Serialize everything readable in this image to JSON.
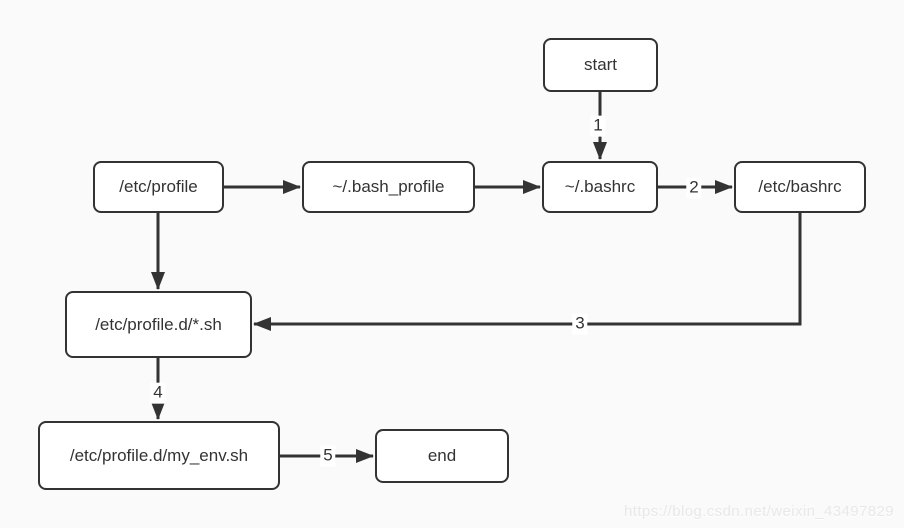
{
  "page": {
    "background": "#fafafa",
    "watermark": "https://blog.csdn.net/weixin_43497829"
  },
  "colors": {
    "line": "#333333",
    "node_border": "#333333",
    "node_fill": "#ffffff",
    "text": "#333333",
    "watermark": "#e8e8e8"
  },
  "diagram": {
    "type": "flowchart",
    "nodes": [
      {
        "id": "start",
        "label": "start"
      },
      {
        "id": "etc-profile",
        "label": "/etc/profile"
      },
      {
        "id": "bash-profile",
        "label": "~/.bash_profile"
      },
      {
        "id": "bashrc",
        "label": "~/.bashrc"
      },
      {
        "id": "etc-bashrc",
        "label": "/etc/bashrc"
      },
      {
        "id": "profile-d",
        "label": "/etc/profile.d/*.sh"
      },
      {
        "id": "my-env",
        "label": "/etc/profile.d/my_env.sh"
      },
      {
        "id": "end",
        "label": "end"
      }
    ],
    "edges": [
      {
        "from": "start",
        "to": "bashrc",
        "label": "1"
      },
      {
        "from": "etc-profile",
        "to": "bash-profile",
        "label": ""
      },
      {
        "from": "bash-profile",
        "to": "bashrc",
        "label": ""
      },
      {
        "from": "bashrc",
        "to": "etc-bashrc",
        "label": "2"
      },
      {
        "from": "etc-profile",
        "to": "profile-d",
        "label": ""
      },
      {
        "from": "etc-bashrc",
        "to": "profile-d",
        "label": "3"
      },
      {
        "from": "profile-d",
        "to": "my-env",
        "label": "4"
      },
      {
        "from": "my-env",
        "to": "end",
        "label": "5"
      }
    ]
  }
}
